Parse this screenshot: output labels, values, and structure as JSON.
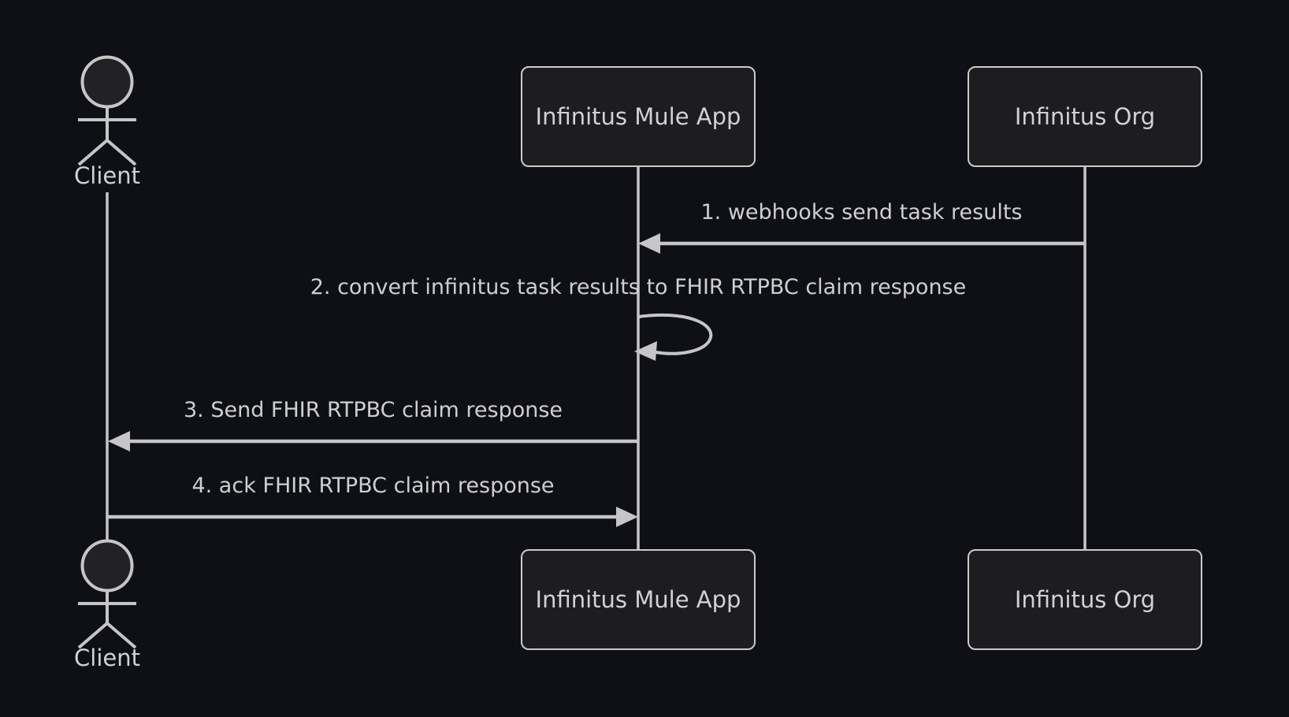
{
  "diagram": {
    "type": "sequence-diagram",
    "theme": {
      "background_color": "#0f1016",
      "participant_fill": "#1d1d20",
      "line_color": "#c6c6c8",
      "text_color": "#d2d2d4"
    },
    "actors": [
      {
        "id": "client",
        "kind": "actor-stick-figure",
        "label": "Client"
      },
      {
        "id": "mule-app",
        "kind": "participant",
        "label": "Infinitus Mule App"
      },
      {
        "id": "org",
        "kind": "participant",
        "label": "Infinitus Org"
      }
    ],
    "messages": [
      {
        "order": "1",
        "from": "org",
        "to": "mule-app",
        "arrow": "solid-arrow-left",
        "label": "1. webhooks send task results"
      },
      {
        "order": "2",
        "from": "mule-app",
        "to": "mule-app",
        "arrow": "self-loop",
        "label": "2. convert infinitus task results to FHIR RTPBC claim response"
      },
      {
        "order": "3",
        "from": "mule-app",
        "to": "client",
        "arrow": "solid-arrow-left",
        "label": "3. Send FHIR RTPBC claim response"
      },
      {
        "order": "4",
        "from": "client",
        "to": "mule-app",
        "arrow": "solid-arrow-right",
        "label": "4. ack FHIR RTPBC claim response"
      }
    ]
  }
}
